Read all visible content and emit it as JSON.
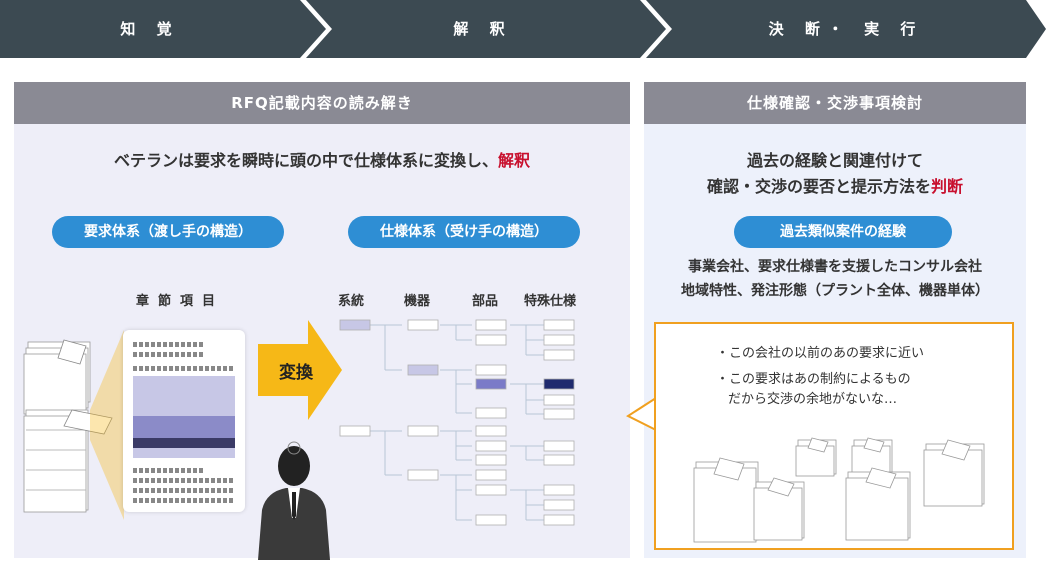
{
  "steps": [
    "知 覚",
    "解 釈",
    "決 断・ 実 行"
  ],
  "left_panel": {
    "title": "RFQ記載内容の読み解き",
    "lead_main": "ベテランは要求を瞬時に頭の中で仕様体系に変換し、",
    "lead_emphasis": "解釈",
    "pill_request": "要求体系（渡し手の構造）",
    "pill_spec": "仕様体系（受け手の構造）",
    "chapter_header": "章節項目",
    "convert_label": "変換",
    "tree_headers": [
      "系統",
      "機器",
      "部品",
      "特殊仕様"
    ]
  },
  "right_panel": {
    "title": "仕様確認・交渉事項検討",
    "lead_line1": "過去の経験と関連付けて",
    "lead_line2_main": "確認・交渉の要否と提示方法を",
    "lead_line2_emphasis": "判断",
    "pill_past": "過去類似案件の経験",
    "desc_line1": "事業会社、要求仕様書を支援したコンサル会社",
    "desc_line2": "地域特性、発注形態（プラント全体、機器単体）",
    "bubble_lines": [
      "・この会社の以前のあの要求に近い",
      "・この要求はあの制約によるもの",
      "だから交渉の余地がないな…"
    ]
  },
  "colors": {
    "step_bar": "#3c4a52",
    "pill": "#2e8ed4",
    "emphasis": "#c8102e",
    "convert_arrow": "#f6b817",
    "bubble_border": "#f0a020"
  }
}
